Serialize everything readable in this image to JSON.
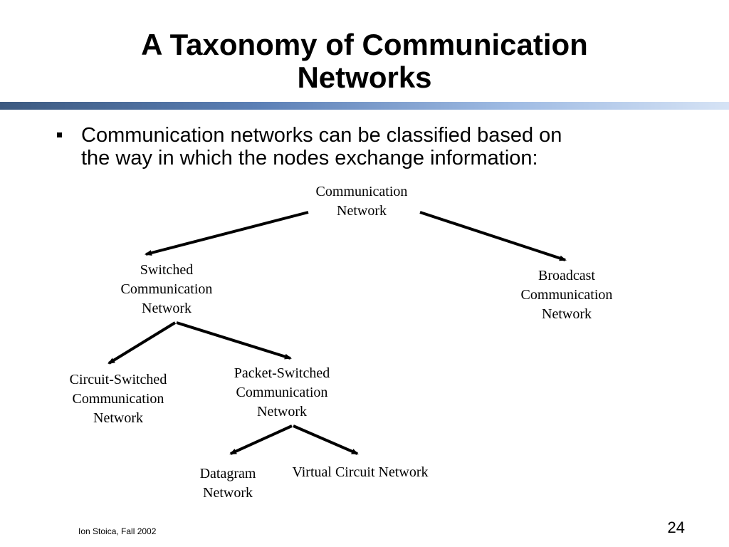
{
  "slide": {
    "title_lines": [
      "A Taxonomy of Communication",
      "Networks"
    ],
    "bullet_lines": [
      "Communication networks can be classified based on",
      "the way in which the nodes exchange information:"
    ],
    "footer": "Ion Stoica, Fall 2002",
    "page_number": "24"
  },
  "diagram": {
    "nodes": {
      "root": [
        "Communication",
        "Network"
      ],
      "switched": [
        "Switched",
        "Communication",
        "Network"
      ],
      "broadcast": [
        "Broadcast",
        "Communication",
        "Network"
      ],
      "circuit": [
        "Circuit-Switched",
        "Communication",
        "Network"
      ],
      "packet": [
        "Packet-Switched",
        "Communication",
        "Network"
      ],
      "datagram": [
        "Datagram",
        "Network"
      ],
      "virtual": [
        "Virtual Circuit Network"
      ]
    },
    "edges": [
      {
        "from": "root",
        "to": "switched"
      },
      {
        "from": "root",
        "to": "broadcast"
      },
      {
        "from": "switched",
        "to": "circuit"
      },
      {
        "from": "switched",
        "to": "packet"
      },
      {
        "from": "packet",
        "to": "datagram"
      },
      {
        "from": "packet",
        "to": "virtual"
      }
    ],
    "colors": {
      "rule_gradient_start": "#3d5a80",
      "rule_gradient_end": "#d6e3f5",
      "arrow": "#000000"
    }
  }
}
